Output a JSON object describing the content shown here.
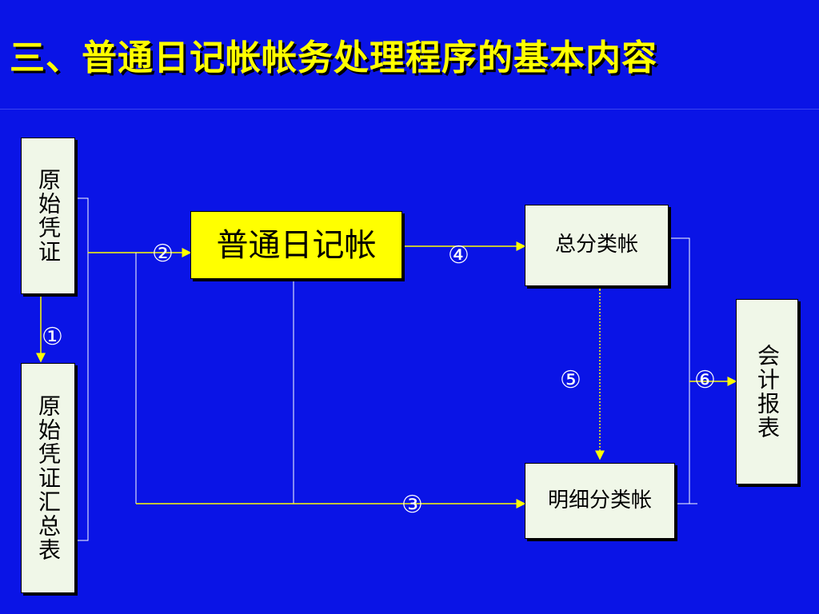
{
  "title": "三、普通日记帐帐务处理程序的基本内容",
  "boxes": {
    "original_voucher": "原始凭证",
    "voucher_summary": "原始凭证汇总表",
    "general_journal": "普通日记帐",
    "general_ledger": "总分类帐",
    "subsidiary_ledger": "明细分类帐",
    "accounting_report": "会计报表"
  },
  "steps": {
    "s1": "①",
    "s2": "②",
    "s3": "③",
    "s4": "④",
    "s5": "⑤",
    "s6": "⑥"
  }
}
